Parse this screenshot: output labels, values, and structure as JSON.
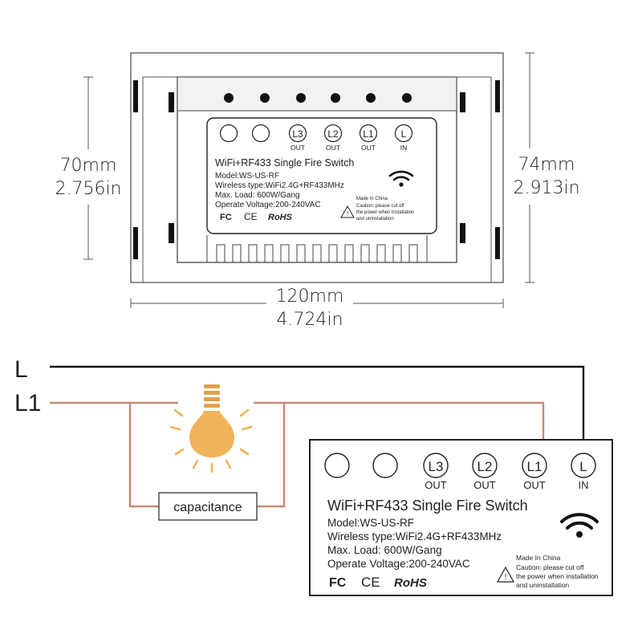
{
  "dimensions": {
    "left_mm": "70mm",
    "left_in": "2.756in",
    "right_mm": "74mm",
    "right_in": "2.913in",
    "bottom_mm": "120mm",
    "bottom_in": "4.724in"
  },
  "wires": {
    "line_label": "L",
    "load_label": "L1"
  },
  "capacitance_label": "capacitance",
  "label": {
    "terminals": [
      {
        "name": "L3",
        "dir": "OUT"
      },
      {
        "name": "L2",
        "dir": "OUT"
      },
      {
        "name": "L1",
        "dir": "OUT"
      },
      {
        "name": "L",
        "dir": "IN"
      }
    ],
    "title": "WiFi+RF433 Single Fire Switch",
    "model": "Model:WS-US-RF",
    "wireless": "Wireless type:WiFi2.4G+RF433MHz",
    "load": "Max. Load: 600W/Gang",
    "voltage": "Operate Voltage:200-240VAC",
    "made_in": "Made In China",
    "caution_1": "Caution: please cut off",
    "caution_2": "the power when installation",
    "caution_3": "and uninstallation",
    "fcc": "FC",
    "ce": "CE",
    "rohs": "RoHS"
  },
  "colors": {
    "line": "#111111",
    "load_wire": "#c98a72",
    "bulb": "#f0b35a",
    "bulb_base": "#e2a24a"
  }
}
